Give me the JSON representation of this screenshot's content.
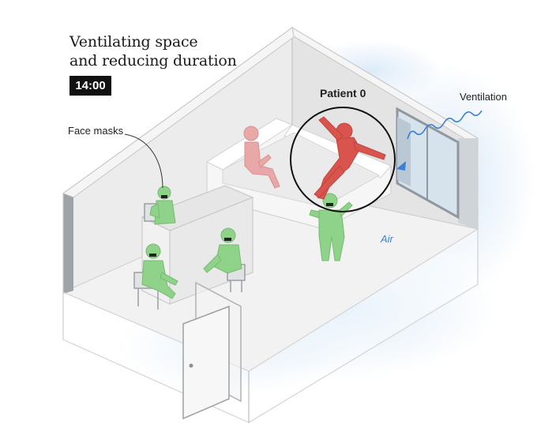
{
  "title": {
    "line1": "Ventilating space",
    "line2": "and reducing duration"
  },
  "time": "14:00",
  "labels": {
    "patient": "Patient 0",
    "ventilation": "Ventilation",
    "face_masks": "Face masks",
    "air": "Air"
  },
  "colors": {
    "infected": "#d9544d",
    "exposed_pink": "#e9a8a8",
    "masked": "#8fd28a",
    "airflow": "#3a7fd4",
    "room_wall": "#e9e9e9",
    "room_edge": "#c9c9c9",
    "air_haze": "#d3e6f6"
  },
  "icons": {
    "patient_figure": "infected-person-icon",
    "ventilation_arrow": "airflow-arrow-icon"
  }
}
